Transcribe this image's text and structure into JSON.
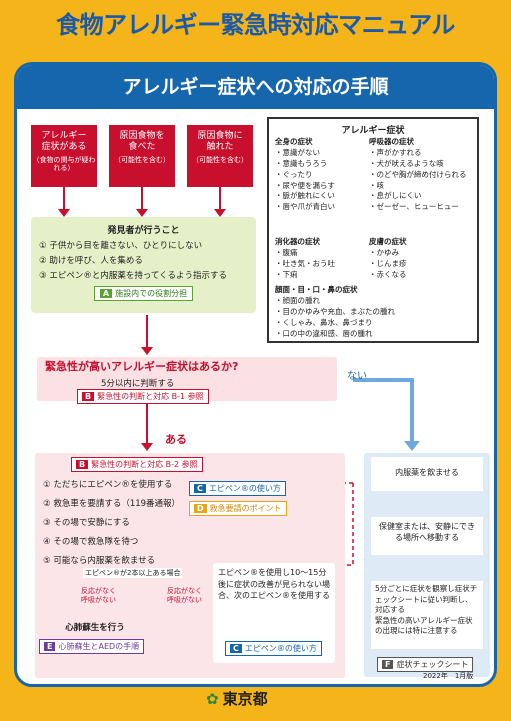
{
  "title": "食物アレルギー緊急時対応マニュアル",
  "subtitle": "アレルギー症状への対応の手順",
  "triggers": [
    {
      "label1": "アレルギー",
      "label2": "症状がある",
      "note": "（食物の関与が疑われる）"
    },
    {
      "label1": "原因食物を",
      "label2": "食べた",
      "note": "（可能性を含む）"
    },
    {
      "label1": "原因食物に",
      "label2": "触れた",
      "note": "（可能性を含む）"
    }
  ],
  "discoverer": {
    "heading": "発見者が行うこと",
    "items": [
      "① 子供から目を離さない、ひとりにしない",
      "② 助けを呼び、人を集める",
      "③ エピペン®と内服薬を持ってくるよう指示する"
    ],
    "ref_tag": "A",
    "ref_label": "施設内での役割分担"
  },
  "symptoms": {
    "heading": "アレルギー症状",
    "systemic": {
      "title": "全身の症状",
      "items": [
        "・意識がない",
        "・意識もうろう",
        "・ぐったり",
        "・尿や便を漏らす",
        "・脈が触れにくい",
        "・唇や爪が青白い"
      ]
    },
    "respiratory": {
      "title": "呼吸器の症状",
      "items": [
        "・声がかすれる",
        "・犬が吠えるような咳",
        "・のどや胸が締め付けられる",
        "・咳",
        "・息がしにくい",
        "・ゼーゼー、ヒューヒュー"
      ]
    },
    "digestive": {
      "title": "消化器の症状",
      "items": [
        "・腹痛",
        "・吐き気・おう吐",
        "・下痢"
      ]
    },
    "skin": {
      "title": "皮膚の症状",
      "items": [
        "・かゆみ",
        "・じんま疹",
        "・赤くなる"
      ]
    },
    "face": {
      "title": "顔面・目・口・鼻の症状",
      "items": [
        "・顔面の腫れ",
        "・目のかゆみや充血、まぶたの腫れ",
        "・くしゃみ、鼻水、鼻づまり",
        "・口の中の違和感、唇の腫れ"
      ]
    }
  },
  "urgency": {
    "question": "緊急性が高いアレルギー症状はあるか?",
    "sub": "5分以内に判断する",
    "ref_tag": "B",
    "ref_label": "緊急性の判断と対応 B-1 参照",
    "yes": "ある",
    "no": "ない"
  },
  "yes_branch": {
    "ref_tag": "B",
    "ref_label": "緊急性の判断と対応 B-2 参照",
    "steps": [
      "① ただちにエピペン®を使用する",
      "② 救急車を要請する（119番通報）",
      "③ その場で安静にする",
      "④ その場で救急隊を待つ",
      "⑤ 可能なら内服薬を飲ませる"
    ],
    "c_tag": "C",
    "c_label": "エピペン®の使い方",
    "d_tag": "D",
    "d_label": "救急要請のポイント",
    "epipen_2": "エピペン®が2本以上ある場合",
    "no_response": "反応がなく\n呼吸がない",
    "no_response2": "反応がなく\n呼吸がない",
    "cpr": "心肺蘇生を行う",
    "e_tag": "E",
    "e_label": "心肺蘇生とAEDの手順",
    "epipen_again": "エピペン®を使用し10～15分後に症状の改善が見られない場合、次のエピペン®を使用する",
    "c2_tag": "C",
    "c2_label": "エピペン®の使い方"
  },
  "no_branch": {
    "step1": "内服薬を飲ませる",
    "step2": "保健室または、安静にできる場所へ移動する",
    "step3": "5分ごとに症状を観察し症状チェックシートに従い判断し、対応する\n緊急性の高いアレルギー症状の出現には特に注意する",
    "f_tag": "F",
    "f_label": "症状チェックシート"
  },
  "footer": {
    "date": "2022年　1月版",
    "org": "東京都"
  },
  "colors": {
    "background": "#f6b41b",
    "primary": "#1666ae",
    "red": "#c8102e",
    "green": "#5ba233"
  }
}
